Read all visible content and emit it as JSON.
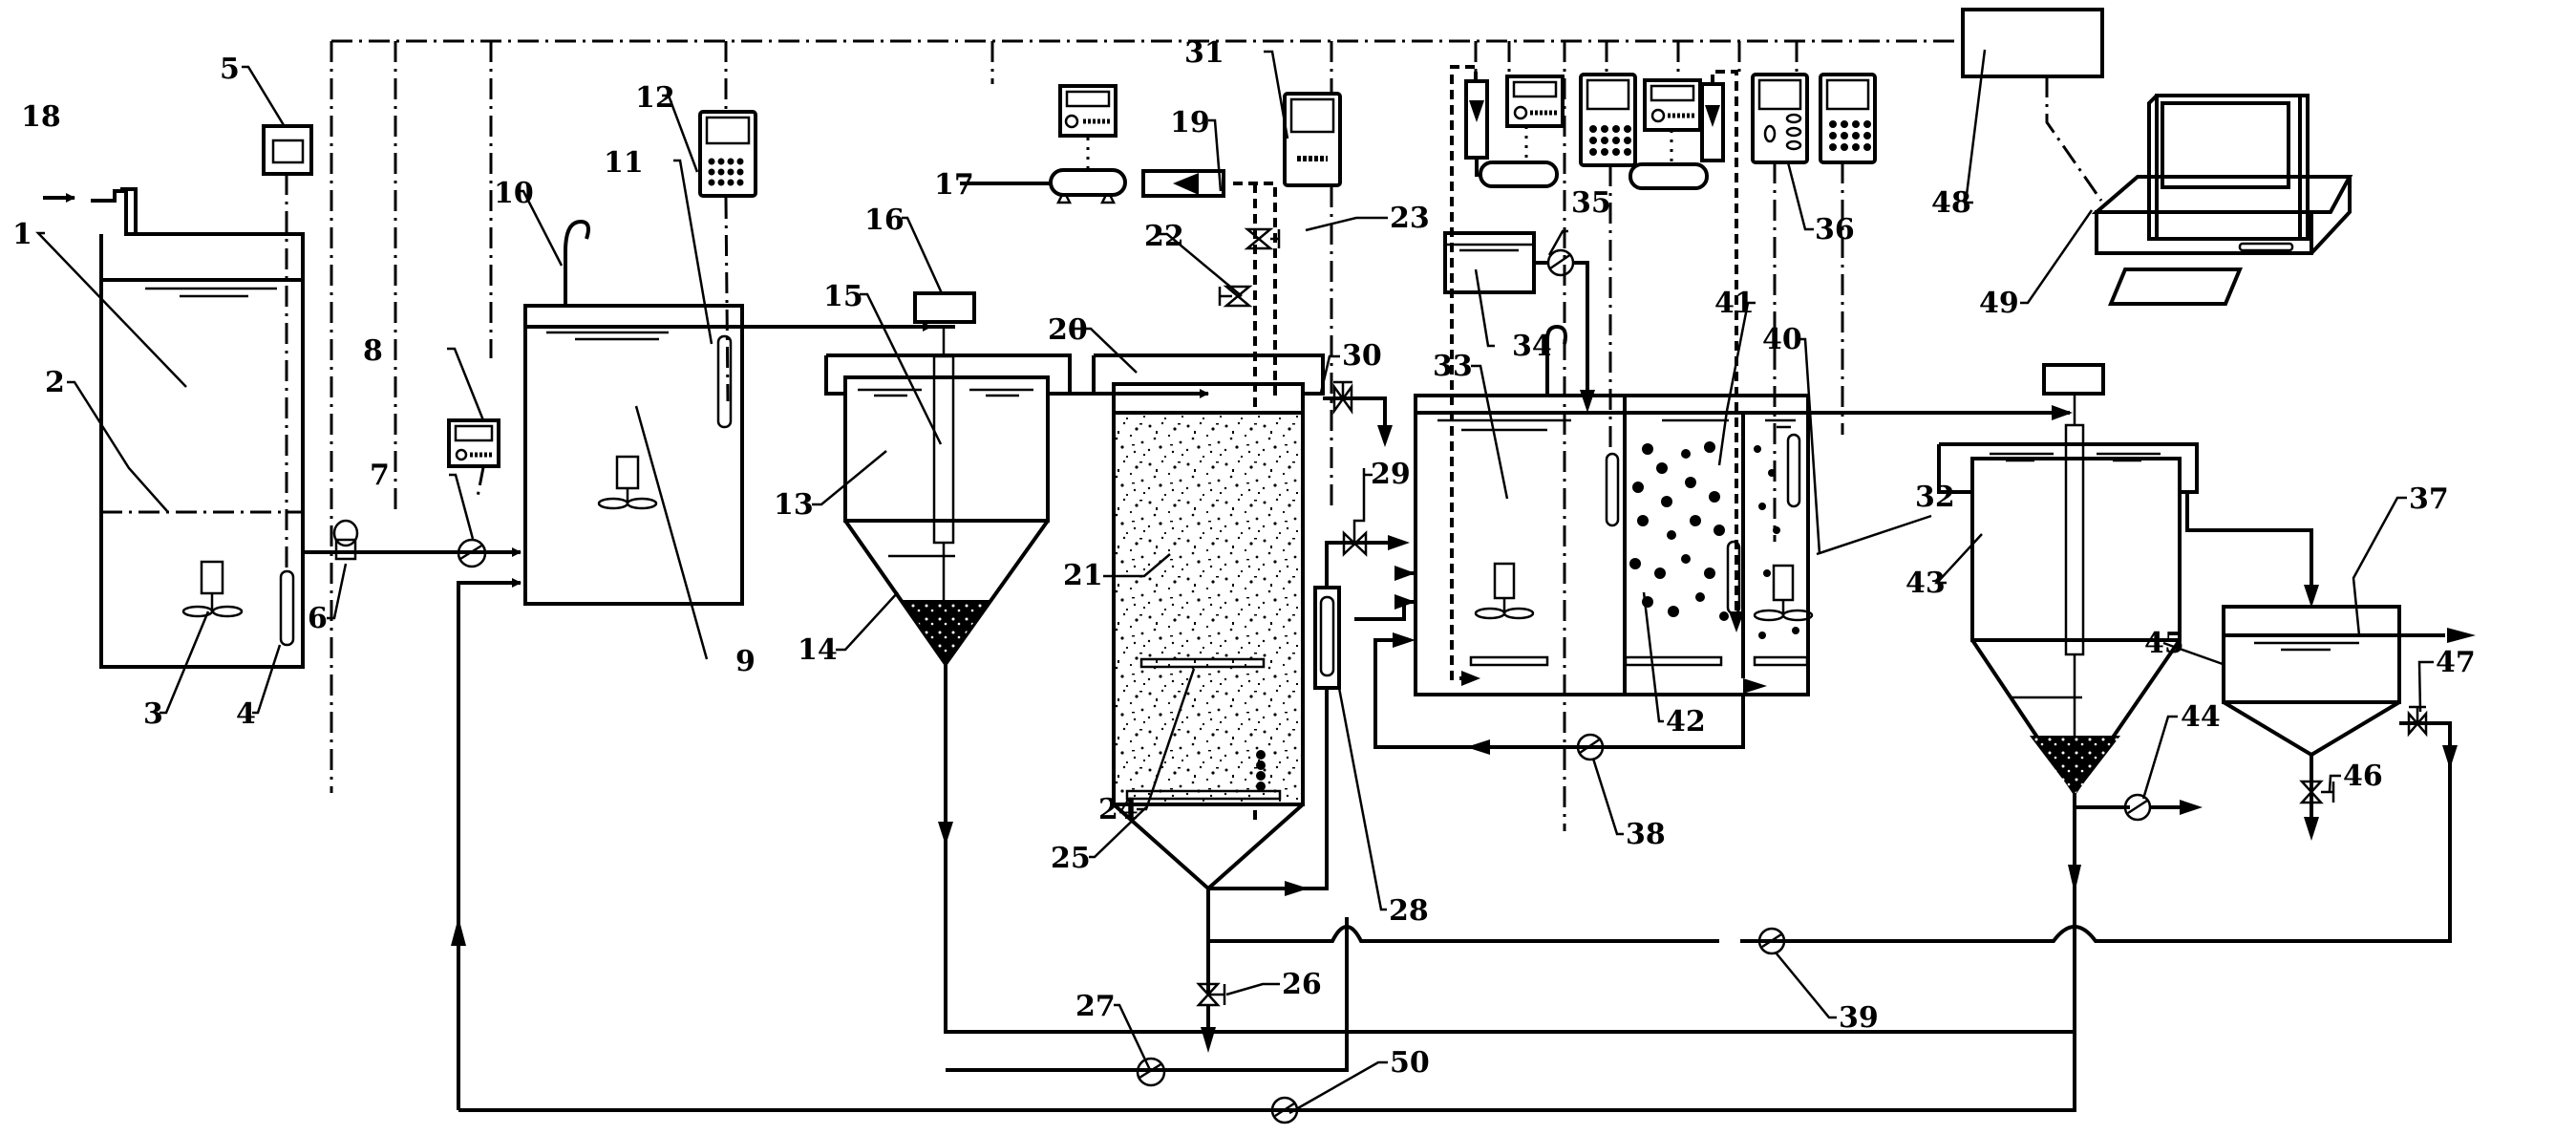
{
  "figure": {
    "type": "process-flow-diagram",
    "description": "Wastewater treatment system schematic with control instruments linked by dash-dot signal lines to a central controller and computer"
  },
  "labels": {
    "l1": "1",
    "l2": "2",
    "l3": "3",
    "l4": "4",
    "l5": "5",
    "l6": "6",
    "l7": "7",
    "l8": "8",
    "l9": "9",
    "l10": "10",
    "l11": "11",
    "l12": "12",
    "l13": "13",
    "l14": "14",
    "l15": "15",
    "l16": "16",
    "l17": "17",
    "l18": "18",
    "l19": "19",
    "l20": "20",
    "l21": "21",
    "l22": "22",
    "l23": "23",
    "l24": "24",
    "l25": "25",
    "l26": "26",
    "l27": "27",
    "l28": "28",
    "l29": "29",
    "l30": "30",
    "l31": "31",
    "l32": "32",
    "l33": "33",
    "l34": "34",
    "l35": "35",
    "l36": "36",
    "l37": "37",
    "l38": "38",
    "l39": "39",
    "l40": "40",
    "l41": "41",
    "l42": "42",
    "l43": "43",
    "l44": "44",
    "l45": "45",
    "l46": "46",
    "l47": "47",
    "l48": "48",
    "l49": "49",
    "l50": "50"
  },
  "components": [
    {
      "id": "1",
      "kind": "raw-water-tank"
    },
    {
      "id": "2",
      "kind": "liquid-level-line"
    },
    {
      "id": "3",
      "kind": "stirrer"
    },
    {
      "id": "4",
      "kind": "probe"
    },
    {
      "id": "5",
      "kind": "level-meter"
    },
    {
      "id": "6",
      "kind": "flow-meter"
    },
    {
      "id": "7",
      "kind": "pump"
    },
    {
      "id": "8",
      "kind": "pump-controller"
    },
    {
      "id": "9",
      "kind": "regulating-tank"
    },
    {
      "id": "10",
      "kind": "dosing-pipe"
    },
    {
      "id": "11",
      "kind": "probe"
    },
    {
      "id": "12",
      "kind": "analyzer"
    },
    {
      "id": "13",
      "kind": "settling-tank"
    },
    {
      "id": "14",
      "kind": "sludge-hopper"
    },
    {
      "id": "15",
      "kind": "center-pipe"
    },
    {
      "id": "16",
      "kind": "motor"
    },
    {
      "id": "17",
      "kind": "air-compressor"
    },
    {
      "id": "18",
      "kind": "inlet-pipe"
    },
    {
      "id": "19",
      "kind": "flow-meter"
    },
    {
      "id": "20",
      "kind": "distribution-pipe"
    },
    {
      "id": "21",
      "kind": "biofilter"
    },
    {
      "id": "22",
      "kind": "valve"
    },
    {
      "id": "23",
      "kind": "valve"
    },
    {
      "id": "24",
      "kind": "aeration-pipe"
    },
    {
      "id": "25",
      "kind": "support-plate"
    },
    {
      "id": "26",
      "kind": "valve"
    },
    {
      "id": "27",
      "kind": "backwash-pump"
    },
    {
      "id": "28",
      "kind": "flow-meter"
    },
    {
      "id": "29",
      "kind": "valve"
    },
    {
      "id": "30",
      "kind": "valve"
    },
    {
      "id": "31",
      "kind": "analyzer"
    },
    {
      "id": "32",
      "kind": "aerobic-zone"
    },
    {
      "id": "33",
      "kind": "anoxic-zone"
    },
    {
      "id": "34",
      "kind": "carbon-source-tank"
    },
    {
      "id": "35",
      "kind": "dosing-pump"
    },
    {
      "id": "36",
      "kind": "analyzer"
    },
    {
      "id": "37",
      "kind": "effluent-pipe"
    },
    {
      "id": "38",
      "kind": "recirculation-pump"
    },
    {
      "id": "39",
      "kind": "return-pump"
    },
    {
      "id": "40",
      "kind": "probe"
    },
    {
      "id": "41",
      "kind": "carrier-media"
    },
    {
      "id": "42",
      "kind": "aerator"
    },
    {
      "id": "43",
      "kind": "secondary-clarifier"
    },
    {
      "id": "44",
      "kind": "sludge-pump"
    },
    {
      "id": "45",
      "kind": "clear-water-tank"
    },
    {
      "id": "46",
      "kind": "valve"
    },
    {
      "id": "47",
      "kind": "valve"
    },
    {
      "id": "48",
      "kind": "plc-controller"
    },
    {
      "id": "49",
      "kind": "computer"
    },
    {
      "id": "50",
      "kind": "sludge-return-pump"
    }
  ]
}
